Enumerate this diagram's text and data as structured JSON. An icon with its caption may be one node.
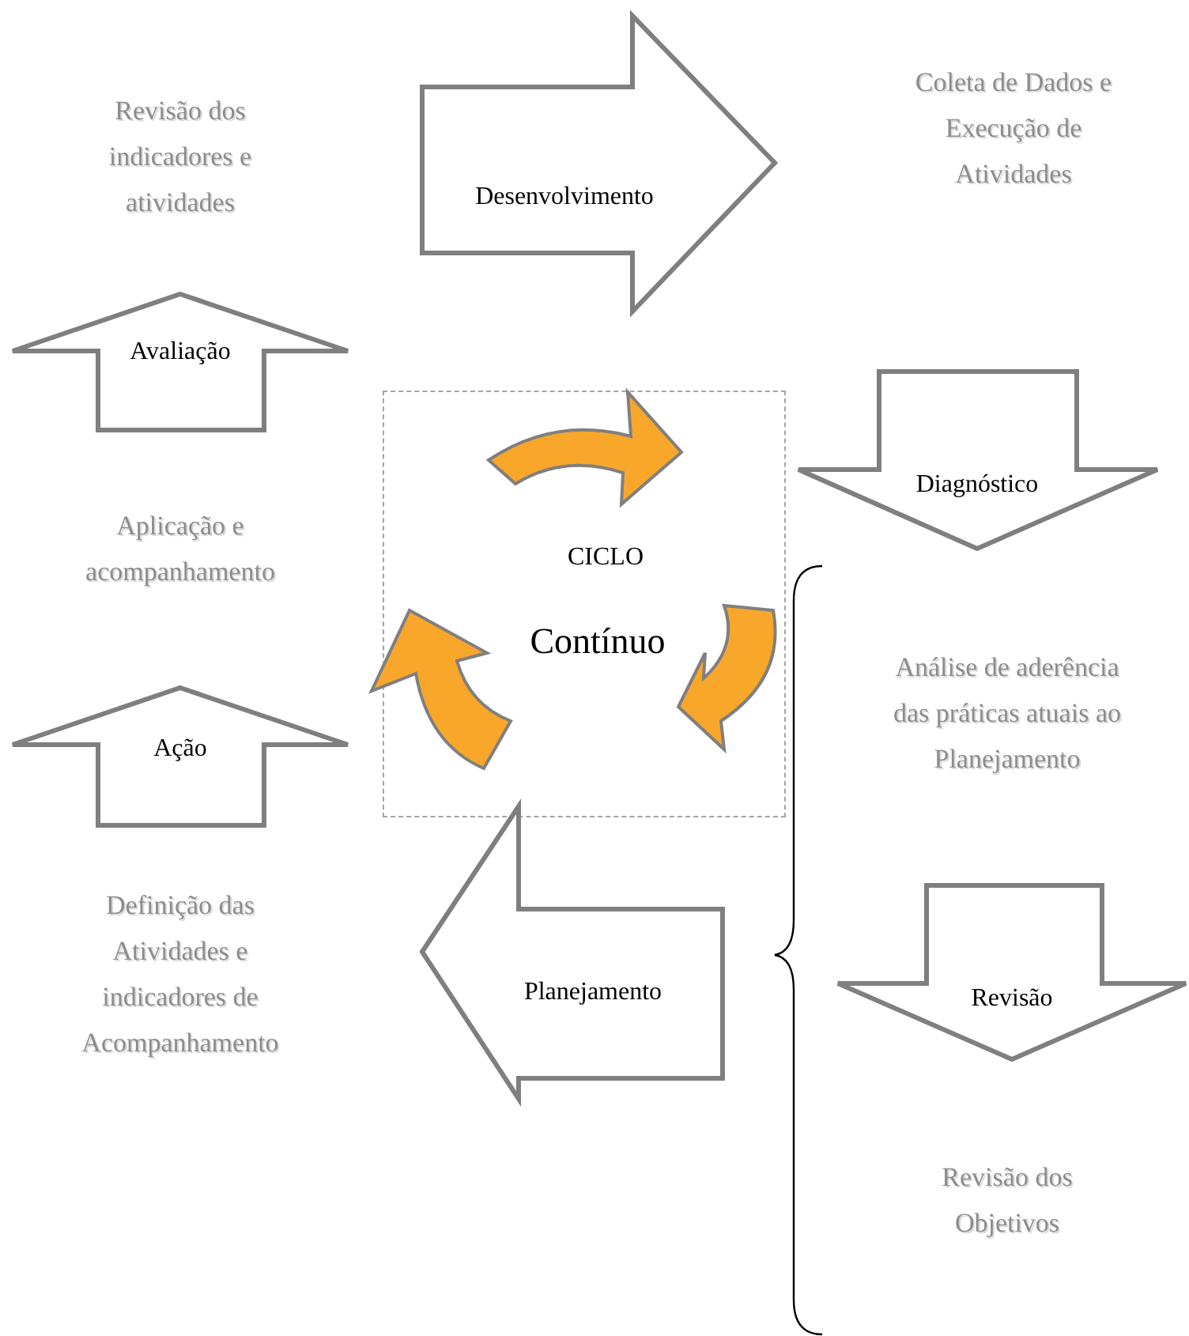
{
  "diagram": {
    "nodes": [
      {
        "text": [
          "Desenvolvimento"
        ]
      },
      {
        "text": [
          "Avaliação"
        ]
      },
      {
        "text": [
          "Diagnóstico"
        ]
      },
      {
        "text": [
          "CICLO",
          "Contínuo"
        ]
      },
      {
        "text": [
          "Ação"
        ]
      },
      {
        "text": [
          "Planejamento"
        ]
      },
      {
        "text": [
          "Revisão"
        ]
      }
    ],
    "labels": [
      "Revisão dos indicadores e atividades",
      "Coleta de Dados e Execução de Atividades",
      "Aplicação e acompanhamento",
      "Análise de aderência das práticas atuais ao Planejamento",
      "Definição das Atividades e indicadores de Acompanhamento",
      "Revisão dos Objetivos"
    ]
  }
}
